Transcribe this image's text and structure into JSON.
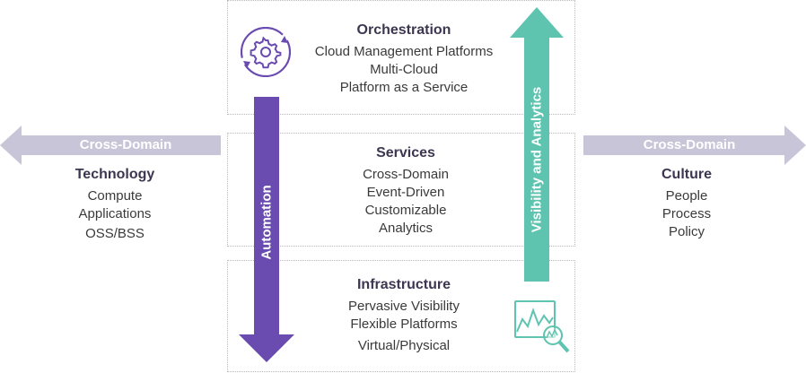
{
  "left": {
    "arrow_label": "Cross-Domain",
    "title": "Technology",
    "items": [
      "Compute",
      "Applications",
      "OSS/BSS"
    ]
  },
  "right": {
    "arrow_label": "Cross-Domain",
    "title": "Culture",
    "items": [
      "People",
      "Process",
      "Policy"
    ]
  },
  "orchestration": {
    "title": "Orchestration",
    "items": [
      "Cloud Management Platforms",
      "Multi-Cloud",
      "Platform as a Service"
    ],
    "icon": "gear-cycle-icon"
  },
  "services": {
    "title": "Services",
    "items": [
      "Cross-Domain",
      "Event-Driven",
      "Customizable",
      "Analytics"
    ]
  },
  "infrastructure": {
    "title": "Infrastructure",
    "items": [
      "Pervasive Visibility",
      "Flexible Platforms",
      "Virtual/Physical"
    ],
    "icon": "chart-magnifier-icon"
  },
  "automation_label": "Automation",
  "visibility_label": "Visibility and Analytics",
  "colors": {
    "purple": "#6a4bb0",
    "teal": "#5ec4b0",
    "side_arrow": "#c8c5d8"
  }
}
